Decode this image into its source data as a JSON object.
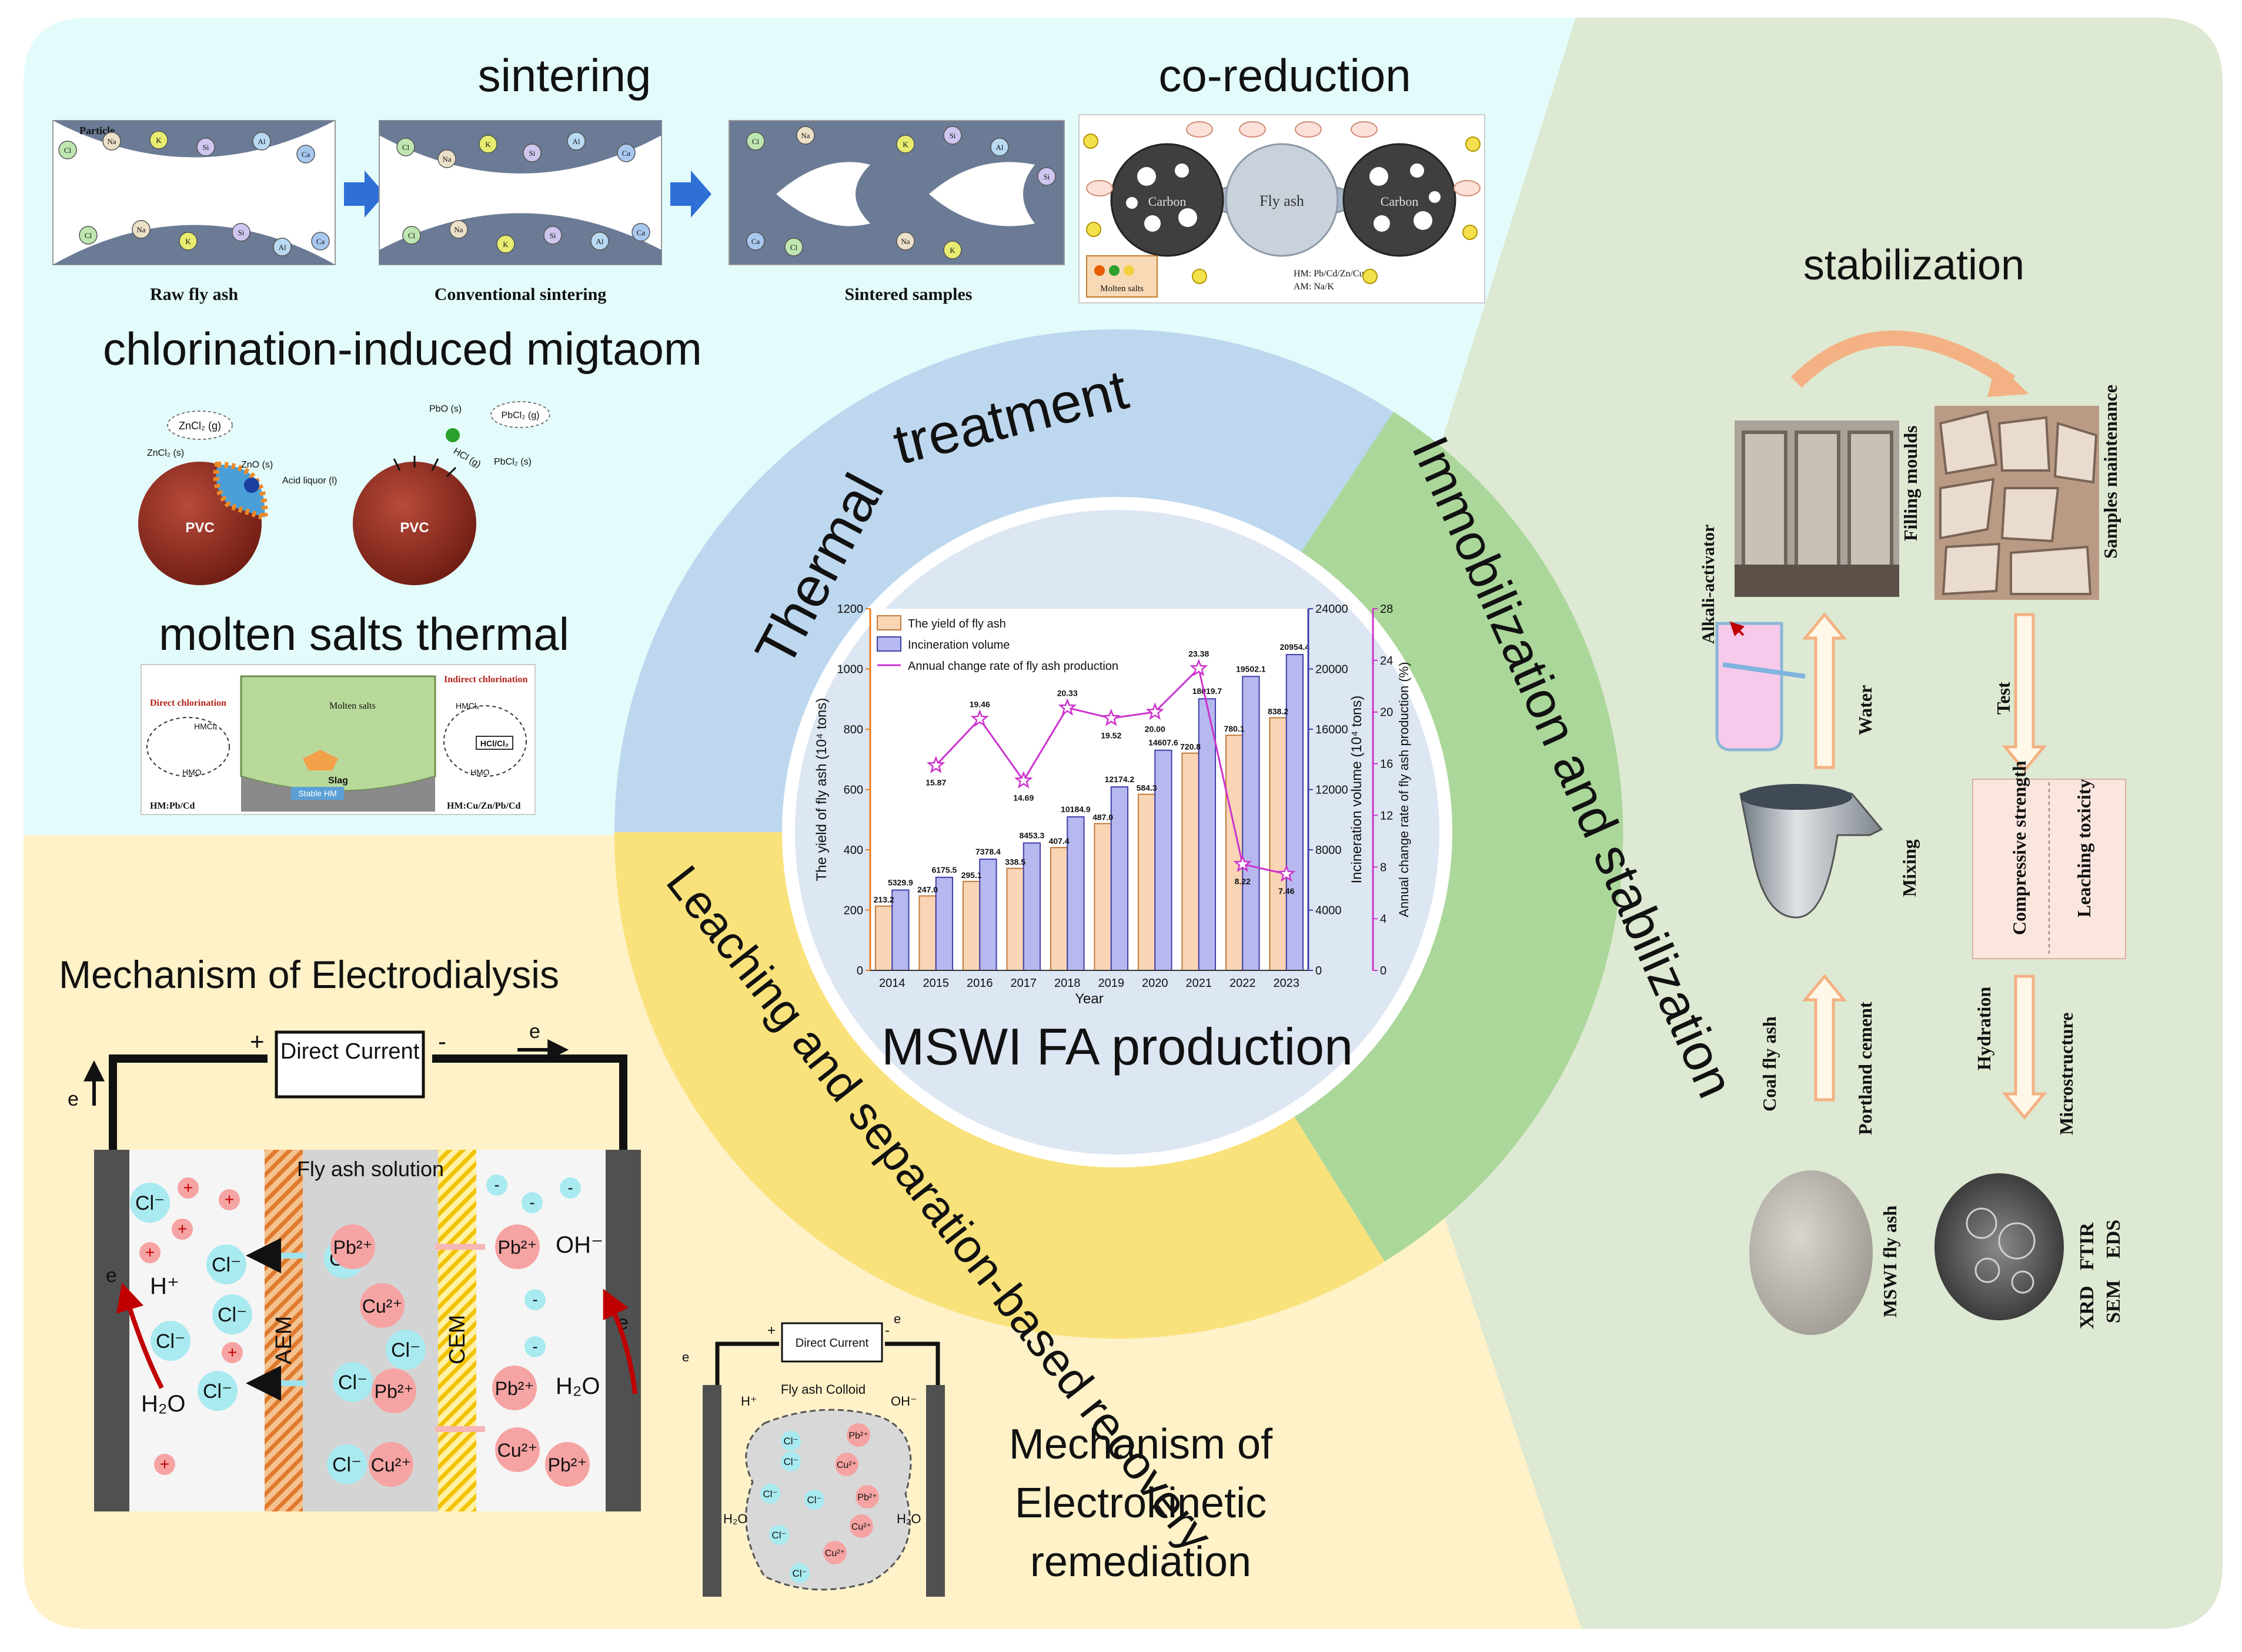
{
  "thermal": {
    "sintering_title": "sintering",
    "sintering": {
      "raw_caption": "Raw fly ash",
      "conventional_caption": "Conventional sintering",
      "sintered_caption": "Sintered samples",
      "particle": "Particle",
      "ions": [
        "Cl",
        "Na",
        "K",
        "Si",
        "Al",
        "Ca"
      ]
    },
    "coreduction_title": "co-reduction",
    "coreduction": {
      "fly_ash": "Fly ash",
      "carbon": "Carbon",
      "molten_salts": "Molten salts",
      "hm_note": "HM: Pb/Cd/Zn/Cu",
      "am_note": "AM: Na/K"
    },
    "chlorination_title": "chlorination-induced migtaom",
    "chlorination": {
      "pvc": "PVC",
      "zncl2_g": "ZnCl₂ (g)",
      "zncl2_s": "ZnCl₂ (s)",
      "zno_s": "ZnO (s)",
      "acid_liquor": "Acid liquor (l)",
      "pbo_s": "PbO (s)",
      "pbcl2_g": "PbCl₂ (g)",
      "hcl_g": "HCl (g)",
      "pbcl2_s": "PbCl₂ (s)"
    },
    "molten_title": "molten salts thermal",
    "molten": {
      "direct": "Direct chlorination",
      "indirect": "Indirect chlorination",
      "molten_salts": "Molten salts",
      "slag": "Slag",
      "stable_hm": "Stable HM",
      "hm_left": "HM:Pb/Cd",
      "hm_right": "HM:Cu/Zn/Pb/Cd",
      "hmcl": "HMClₓ",
      "hmo": "HMO",
      "hcl_cl2": "HCl/Cl₂"
    }
  },
  "ring": {
    "thermal_word1": "Thermal",
    "thermal_word2": "treatment",
    "immobilization": "Immobilization and stabilization",
    "leaching": "Leaching and separation-based recovery"
  },
  "center": {
    "title": "MSWI FA production"
  },
  "chart_data": {
    "type": "bar",
    "categories": [
      "2014",
      "2015",
      "2016",
      "2017",
      "2018",
      "2019",
      "2020",
      "2021",
      "2022",
      "2023"
    ],
    "xlabel": "Year",
    "ylabel_left": "The yield of fly ash (10⁴ tons)",
    "ylabel_right1": "Incineration volume (10⁴ tons)",
    "ylabel_right2": "Annual change rate of fly ash production (%)",
    "ylim_left": [
      0,
      1200
    ],
    "ylim_right1": [
      0,
      24000
    ],
    "ylim_right2": [
      0,
      28
    ],
    "yticks_left": [
      "0",
      "200",
      "400",
      "600",
      "800",
      "1000",
      "1200"
    ],
    "yticks_right1": [
      "0",
      "4000",
      "8000",
      "12000",
      "16000",
      "20000",
      "24000"
    ],
    "yticks_right2": [
      "0",
      "4",
      "8",
      "12",
      "16",
      "20",
      "24",
      "28"
    ],
    "series": [
      {
        "name": "The yield of fly ash",
        "axis": "left",
        "values": [
          213.2,
          247.0,
          295.1,
          338.5,
          407.4,
          487.0,
          584.3,
          720.8,
          780.1,
          838.2
        ],
        "labels": [
          "213.2",
          "247.0",
          "295.1",
          "338.5",
          "407.4",
          "487.0",
          "584.3",
          "720.8",
          "780.1",
          "838.2"
        ],
        "color": "#fad5b5"
      },
      {
        "name": "Incineration volume",
        "axis": "right1",
        "values": [
          5329.9,
          6175.5,
          7378.4,
          8453.3,
          10184.9,
          12174.2,
          14607.6,
          18019.7,
          19502.1,
          20954.4
        ],
        "labels": [
          "5329.9",
          "6175.5",
          "7378.4",
          "8453.3",
          "10184.9",
          "12174.2",
          "14607.6",
          "18019.7",
          "19502.1",
          "20954.4"
        ],
        "color": "#b6b8ef"
      },
      {
        "name": "Annual change rate of fly ash production",
        "axis": "right2",
        "x": [
          "2015",
          "2016",
          "2017",
          "2018",
          "2019",
          "2020",
          "2021",
          "2022",
          "2023"
        ],
        "values": [
          15.87,
          19.46,
          14.69,
          20.33,
          19.52,
          20.0,
          23.38,
          8.22,
          7.46
        ],
        "labels": [
          "15.87",
          "19.46",
          "14.69",
          "20.33",
          "19.52",
          "20.00",
          "23.38",
          "8.22",
          "7.46"
        ],
        "color": "#cc33cc"
      }
    ],
    "legend": "top-left"
  },
  "stabilization": {
    "title": "stabilization",
    "alkali": "Alkali-activator",
    "filling": "Filling moulds",
    "samples": "Samples maintenance",
    "water": "Water",
    "test": "Test",
    "mixing": "Mixing",
    "compressive": "Compressive strength",
    "leaching_tox": "Leaching toxicity",
    "coal": "Coal fly ash",
    "portland": "Portland cement",
    "hydration": "Hydration",
    "microstructure": "Microstructure",
    "mswi": "MSWI fly ash",
    "xrd": "XRD",
    "ftir": "FTIR",
    "sem": "SEM",
    "eds": "EDS"
  },
  "electrodialysis": {
    "title": "Mechanism of Electrodialysis",
    "plus": "+",
    "minus": "-",
    "direct_current": "Direct Current",
    "electron": "e",
    "fly_ash_solution": "Fly ash solution",
    "aem": "AEM",
    "cem": "CEM",
    "h_plus": "H⁺",
    "h2o": "H₂O",
    "oh_minus": "OH⁻",
    "cl": "Cl⁻",
    "pb": "Pb²⁺",
    "cu": "Cu²⁺"
  },
  "electrokinetic": {
    "title_line1": "Mechanism of",
    "title_line2": "Electrokinetic",
    "title_line3": "remediation",
    "direct_current": "Direct Current",
    "colloid": "Fly ash Colloid",
    "h_plus": "H⁺",
    "oh_minus": "OH⁻",
    "h2o": "H₂O",
    "cl": "Cl⁻",
    "pb": "Pb²⁺",
    "cu": "Cu²⁺",
    "plus": "+",
    "minus": "-",
    "electron": "e"
  }
}
